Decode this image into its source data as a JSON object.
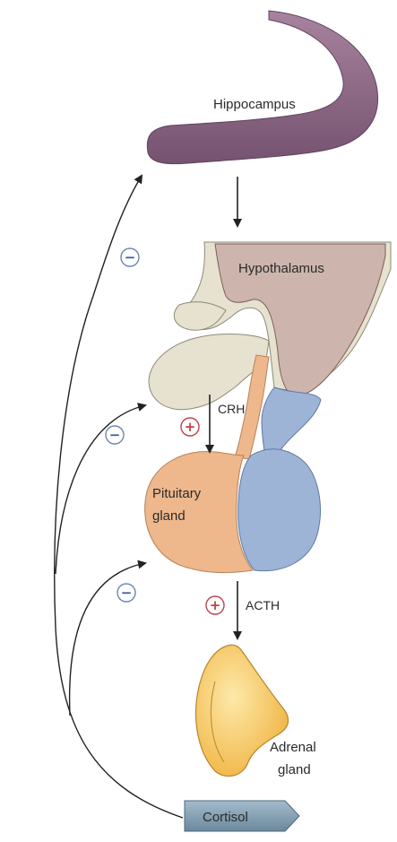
{
  "labels": {
    "hippocampus": "Hippocampus",
    "hypothalamus": "Hypothalamus",
    "crh": "CRH",
    "pituitary_line1": "Pituitary",
    "pituitary_line2": "gland",
    "acth": "ACTH",
    "adrenal_line1": "Adrenal",
    "adrenal_line2": "gland",
    "cortisol": "Cortisol"
  },
  "signs": {
    "inhibit": "−",
    "stimulate": "+"
  },
  "colors": {
    "hippocampus": "#8f6a8c",
    "hypothalamus": "#cdb5ae",
    "posterior_pituitary_neural": "#9db4d6",
    "anterior_pituitary": "#eeb78c",
    "infundibulum_beige": "#e6e2cf",
    "adrenal": "#f3c45b",
    "cortisol_box": "#7d9bb1",
    "inhibit_ring": "#6a86b5",
    "stimulate_ring": "#c0404a",
    "arrow": "#222222"
  }
}
